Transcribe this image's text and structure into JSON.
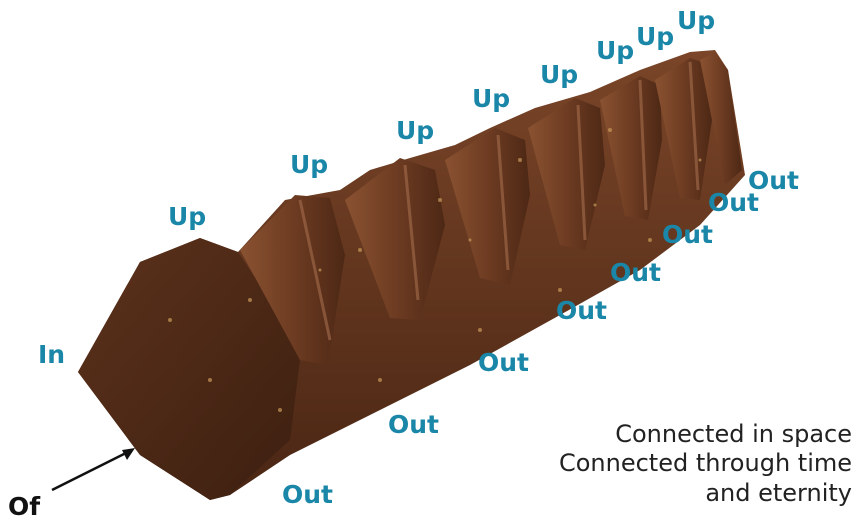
{
  "colors": {
    "label": "#1a86a8",
    "chocolate": "#6b3a22",
    "caption": "#222222",
    "of_label": "#111111"
  },
  "labels": {
    "in": "In",
    "of": "Of",
    "up": [
      "Up",
      "Up",
      "Up",
      "Up",
      "Up",
      "Up",
      "Up",
      "Up"
    ],
    "out": [
      "Out",
      "Out",
      "Out",
      "Out",
      "Out",
      "Out",
      "Out",
      "Out"
    ]
  },
  "caption": {
    "line1": "Connected in space",
    "line2": "Connected through time",
    "line3": "and eternity"
  }
}
